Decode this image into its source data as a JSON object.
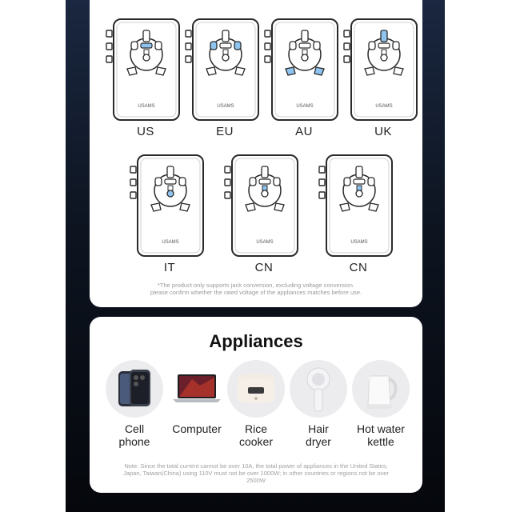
{
  "adapters": [
    {
      "label": "US",
      "highlight": "us"
    },
    {
      "label": "EU",
      "highlight": "eu"
    },
    {
      "label": "AU",
      "highlight": "au"
    },
    {
      "label": "UK",
      "highlight": "uk"
    },
    {
      "label": "IT",
      "highlight": "it"
    },
    {
      "label": "CN",
      "highlight": "cn"
    },
    {
      "label": "CN",
      "highlight": "cn2"
    }
  ],
  "brand": "USAMS",
  "disclaimer": {
    "line1": "*The product only supports jack conversion, excluding voltage conversion.",
    "line2": "please confirm whether the rated voltage of the appliances matches before use."
  },
  "appliances": {
    "title": "Appliances",
    "items": [
      {
        "line1": "Cell",
        "line2": "phone",
        "icon": "cell-phone"
      },
      {
        "line1": "Computer",
        "line2": "",
        "icon": "laptop"
      },
      {
        "line1": "Rice",
        "line2": "cooker",
        "icon": "rice-cooker"
      },
      {
        "line1": "Hair",
        "line2": "dryer",
        "icon": "hair-dryer"
      },
      {
        "line1": "Hot water",
        "line2": "kettle",
        "icon": "kettle"
      }
    ],
    "note_line1": "Note: Since the total current cannot be over 10A, the total power of appliances in the United States,",
    "note_line2": "Japan, Taiwan(China) using 110V must not be over 1000W; in other countries or regions  not be over 2500W"
  },
  "colors": {
    "highlight": "#8fc3f0",
    "outline": "#2a2a2a",
    "backdrop": "#0d1420"
  }
}
